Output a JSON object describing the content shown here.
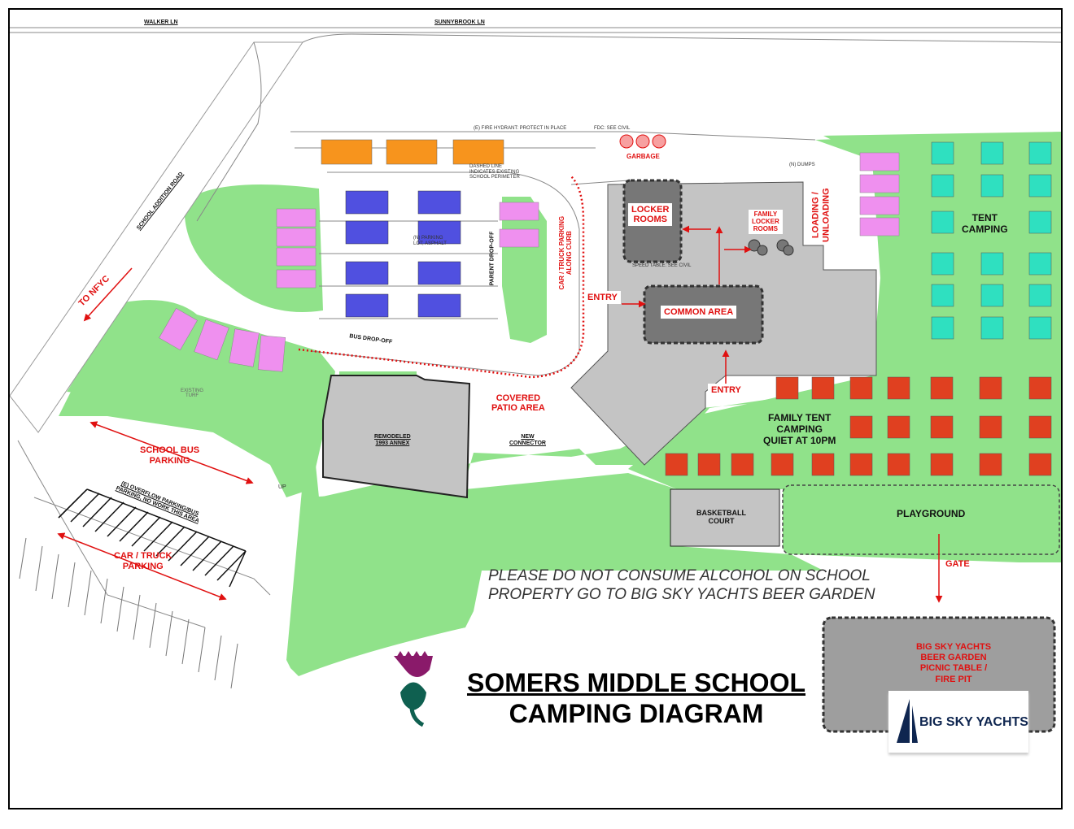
{
  "roads": {
    "walker": "WALKER LN",
    "sunnybrook": "SUNNYBROOK LN",
    "school_addition": "SCHOOL ADDITION ROAD"
  },
  "labels": {
    "to_nfyc": "TO NFYC",
    "school_bus_parking": "SCHOOL BUS\nPARKING",
    "car_truck_parking": "CAR / TRUCK\nPARKING",
    "overflow": "(E) OVERFLOW PARKING/BUS\nPARKING, NO WORK THIS AREA",
    "bus_dropoff": "BUS DROP-OFF",
    "parent_dropoff": "PARENT DROP-OFF",
    "car_truck_curb": "CAR / TRUCK PARKING\nALONG CURB",
    "garbage": "GARBAGE",
    "locker_rooms": "LOCKER\nROOMS",
    "family_locker_rooms": "FAMILY\nLOCKER\nROOMS",
    "loading": "LOADING /\nUNLOADING",
    "tent_camping": "TENT\nCAMPING",
    "entry_left": "ENTRY",
    "entry_bottom": "ENTRY",
    "common_area": "COMMON AREA",
    "covered_patio": "COVERED\nPATIO AREA",
    "remodeled": "REMODELED\n1993 ANNEX",
    "new_connector": "NEW\nCONNECTOR",
    "family_tent": "FAMILY TENT\nCAMPING\nQUIET AT 10PM",
    "basketball": "BASKETBALL\nCOURT",
    "playground": "PLAYGROUND",
    "gate": "GATE",
    "up": "UP",
    "existing_turf": "EXISTING\nTURF",
    "fire_hydrant": "(E) FIRE HYDRANT: PROTECT IN PLACE",
    "fdc": "FDC: SEE CIVIL",
    "dumps": "(N) DUMPS",
    "dashed_line": "DASHED LINE\nINDICATES EXISTING\nSCHOOL PERIMETER",
    "n_parking": "(N) PARKING\nLOT; ASPHALT",
    "speed_table": "SPEED TABLE: SEE CIVIL"
  },
  "notice": "PLEASE DO NOT CONSUME ALCOHOL ON SCHOOL\nPROPERTY GO TO BIG SKY YACHTS BEER GARDEN",
  "title": {
    "line1": "SOMERS MIDDLE SCHOOL",
    "line2": "CAMPING DIAGRAM"
  },
  "beer_garden": {
    "label": "BIG SKY YACHTS\nBEER GARDEN\nPICNIC TABLE /\nFIRE PIT",
    "logo_text": "BIG SKY YACHTS"
  },
  "colors": {
    "grass": "#90e28a",
    "building": "#c4c4c4",
    "red_text": "#e01010",
    "tent": "#2fe0c0",
    "family_tent": "#e04020",
    "pink_spot": "#ef90ef",
    "blue_spot": "#5050e0",
    "orange_spot": "#f7941d",
    "thistle_flower": "#8a1a6a",
    "thistle_leaf": "#0f6050",
    "logo_navy": "#0f2650"
  },
  "icons": {
    "thistle": "thistle-logo-icon",
    "sail": "sail-logo-icon",
    "arrow": "arrow-icon"
  }
}
